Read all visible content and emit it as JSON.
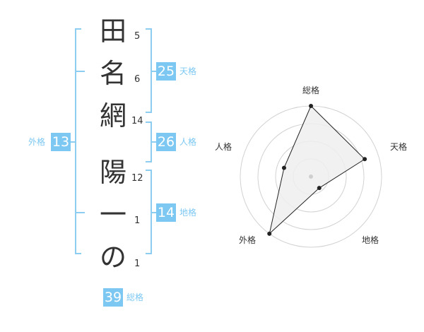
{
  "name": {
    "chars": [
      {
        "char": "田",
        "strokes": "5"
      },
      {
        "char": "名",
        "strokes": "6"
      },
      {
        "char": "網",
        "strokes": "14"
      },
      {
        "char": "陽",
        "strokes": "12"
      },
      {
        "char": "一",
        "strokes": "1"
      },
      {
        "char": "の",
        "strokes": "1"
      }
    ]
  },
  "fortune": {
    "tenkaku": {
      "value": "25",
      "label": "天格"
    },
    "jinkaku": {
      "value": "26",
      "label": "人格"
    },
    "chikaku": {
      "value": "14",
      "label": "地格"
    },
    "gaikaku": {
      "value": "13",
      "label": "外格"
    },
    "soukaku": {
      "value": "39",
      "label": "総格"
    }
  },
  "chart_data": {
    "type": "radar",
    "axes": [
      "総格",
      "天格",
      "地格",
      "外格",
      "人格"
    ],
    "values": [
      5,
      4,
      1,
      5,
      2
    ],
    "max": 5,
    "rings": 4
  },
  "colors": {
    "accent": "#7cc8f2",
    "bracket": "#8ecdf2",
    "text": "#333333",
    "radar_fill": "#efefef",
    "radar_ring": "#d2d2d2"
  }
}
